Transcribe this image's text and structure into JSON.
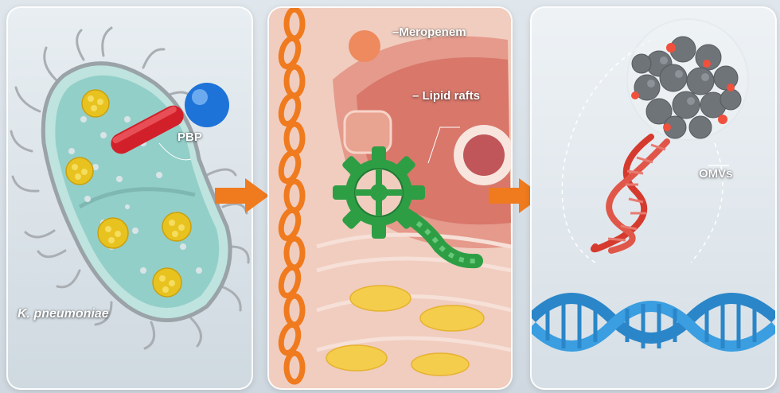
{
  "labels": {
    "pbp": "PBP",
    "organism": "K. pneumoniae",
    "drug": "–Meropenem",
    "lipid": "– Lipid rafts",
    "omvs": "OMVs"
  },
  "colors": {
    "arrow": "#f07a1e",
    "cell_body": "#9fd4cf",
    "granule": "#e8c21f",
    "pbp_sphere": "#1e73d8",
    "beta_lactam_rod": "#d2202a",
    "chain": "#f07a1e",
    "gear": "#2e9e45",
    "dna_red": "#d63a2e",
    "dna_blue": "#2a86c8",
    "omv_sphere": "#6f7479"
  },
  "icons": [
    "bacterium-illustration",
    "pbp-sphere",
    "beta-lactam-rod",
    "orange-chain",
    "green-gear",
    "omv-cluster",
    "red-dna-helix",
    "blue-dna-helix",
    "orange-arrow"
  ]
}
